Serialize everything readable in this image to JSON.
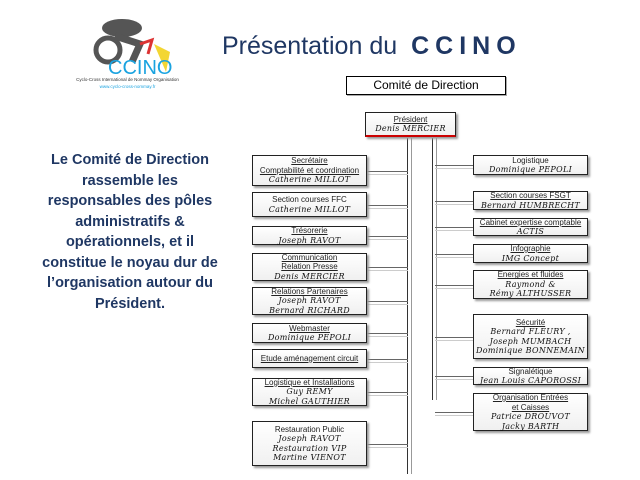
{
  "logo": {
    "text": "CCINO",
    "tagline": "Cyclo-Cross International de Nommay Organisation",
    "url": "www.cyclo-cross-nommay.fr"
  },
  "header": {
    "title": "Présentation du",
    "brand": "CCINO"
  },
  "comite": "Comité de Direction",
  "intro": "Le Comité de Direction rassemble les responsables des pôles administratifs & opérationnels, et il constitue le noyau dur de l’organisation autour du Président.",
  "president": {
    "title": [
      "Président"
    ],
    "names": [
      "Denis MERCIER"
    ]
  },
  "left": [
    {
      "title": [
        "Secrétaire",
        "Comptabilité et coordination"
      ],
      "names": [
        "Catherine MILLOT"
      ]
    },
    {
      "title": [
        "Section courses FFC"
      ],
      "names": [
        "Catherine MILLOT"
      ],
      "plain": true
    },
    {
      "title": [
        "Trésorerie"
      ],
      "names": [
        "Joseph RAVOT"
      ]
    },
    {
      "title": [
        "Communication",
        "Relation Presse"
      ],
      "names": [
        "Denis MERCIER"
      ]
    },
    {
      "title": [
        "Relations Partenaires"
      ],
      "names": [
        "Joseph RAVOT",
        "Bernard RICHARD"
      ]
    },
    {
      "title": [
        "Webmaster"
      ],
      "names": [
        "Dominique PEPOLI"
      ]
    },
    {
      "title": [
        "Etude aménagement  circuit"
      ],
      "names": []
    },
    {
      "title": [
        "Logistique et Installations"
      ],
      "names": [
        "Guy REMY",
        "Michel GAUTHIER"
      ]
    },
    {
      "title": [
        "Restauration Public"
      ],
      "names": [
        "Joseph RAVOT",
        "Restauration VIP",
        "Martine VIENOT"
      ],
      "plain": true
    }
  ],
  "right": [
    {
      "title": [
        "Logistique"
      ],
      "names": [
        "Dominique PEPOLI"
      ],
      "plain": true
    },
    {
      "title": [
        "Section courses FSGT"
      ],
      "names": [
        "Bernard HUMBRECHT"
      ]
    },
    {
      "title": [
        "Cabinet expertise comptable"
      ],
      "names": [
        "ACTIS"
      ]
    },
    {
      "title": [
        "Infographie"
      ],
      "names": [
        "IMG Concept"
      ]
    },
    {
      "title": [
        "Energies et fluides"
      ],
      "names": [
        "Raymond &",
        "Rémy ALTHUSSER"
      ]
    },
    {
      "title": [
        "Sécurité"
      ],
      "names": [
        "Bernard FLEURY ,",
        "Joseph MUMBACH",
        "Dominique BONNEMAIN"
      ]
    },
    {
      "title": [
        "Signalétique"
      ],
      "names": [
        "Jean Louis CAPOROSSI"
      ],
      "plain": true
    },
    {
      "title": [
        "Organisation Entrées",
        "et Caisses"
      ],
      "names": [
        "Patrice DROUVOT",
        "Jacky BARTH"
      ]
    }
  ]
}
